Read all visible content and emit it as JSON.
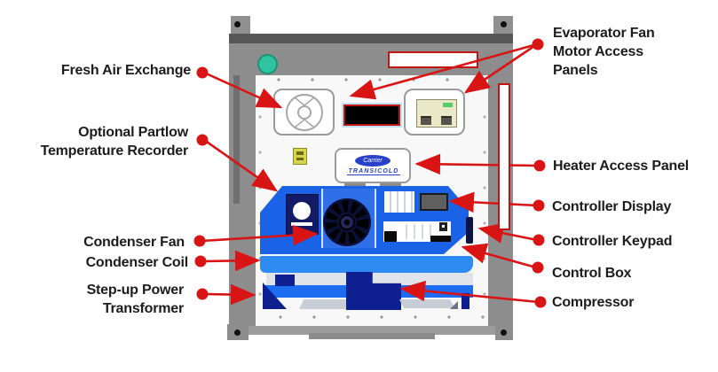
{
  "labels_left": [
    {
      "id": "fresh-air-exchange",
      "text": "Fresh Air Exchange"
    },
    {
      "id": "partlow-recorder",
      "text": "Optional Partlow\nTemperature Recorder"
    },
    {
      "id": "condenser-fan",
      "text": "Condenser Fan"
    },
    {
      "id": "condenser-coil",
      "text": "Condenser Coil"
    },
    {
      "id": "step-up-transformer",
      "text": "Step-up Power\nTransformer"
    }
  ],
  "labels_right": [
    {
      "id": "evaporator-fan-panels",
      "text": "Evaporator Fan\nMotor Access\nPanels"
    },
    {
      "id": "heater-access-panel",
      "text": "Heater Access Panel"
    },
    {
      "id": "controller-display",
      "text": "Controller Display"
    },
    {
      "id": "controller-keypad",
      "text": "Controller Keypad"
    },
    {
      "id": "control-box",
      "text": "Control Box"
    },
    {
      "id": "compressor",
      "text": "Compressor"
    }
  ],
  "logo": {
    "oval_text": "Carrier",
    "sub_text": "TRANSICOLD"
  },
  "colors": {
    "arrow_red": "#d81414",
    "redaction_border": "#c31414",
    "unit_blue": "#1b63e6",
    "coil_blue": "#2e8bf2",
    "navy_blue": "#0e2090",
    "frame_gray": "#8d8d8d",
    "teal_badge": "#2fc3a0",
    "label_text": "#1c1c1c",
    "warning_yellow": "#d8d44c",
    "panel_beige": "#e9e9c8",
    "led_green": "#55cc66"
  }
}
